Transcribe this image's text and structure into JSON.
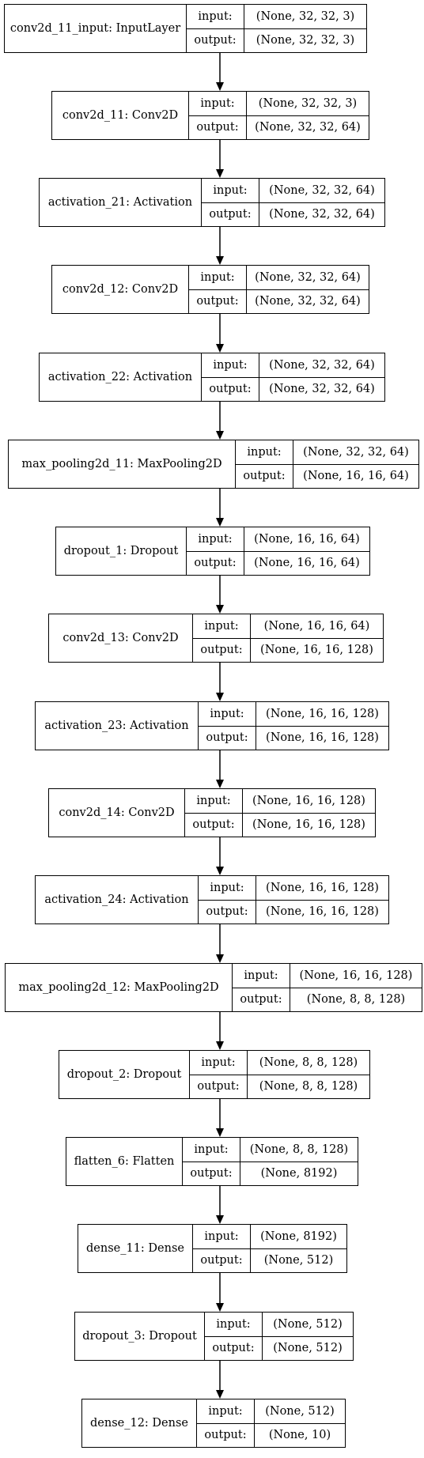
{
  "labels": {
    "input": "input:",
    "output": "output:"
  },
  "layers": [
    {
      "name": "conv2d_11_input: InputLayer",
      "input": "(None, 32, 32, 3)",
      "output": "(None, 32, 32, 3)"
    },
    {
      "name": "conv2d_11: Conv2D",
      "input": "(None, 32, 32, 3)",
      "output": "(None, 32, 32, 64)"
    },
    {
      "name": "activation_21: Activation",
      "input": "(None, 32, 32, 64)",
      "output": "(None, 32, 32, 64)"
    },
    {
      "name": "conv2d_12: Conv2D",
      "input": "(None, 32, 32, 64)",
      "output": "(None, 32, 32, 64)"
    },
    {
      "name": "activation_22: Activation",
      "input": "(None, 32, 32, 64)",
      "output": "(None, 32, 32, 64)"
    },
    {
      "name": "max_pooling2d_11: MaxPooling2D",
      "input": "(None, 32, 32, 64)",
      "output": "(None, 16, 16, 64)"
    },
    {
      "name": "dropout_1: Dropout",
      "input": "(None, 16, 16, 64)",
      "output": "(None, 16, 16, 64)"
    },
    {
      "name": "conv2d_13: Conv2D",
      "input": "(None, 16, 16, 64)",
      "output": "(None, 16, 16, 128)"
    },
    {
      "name": "activation_23: Activation",
      "input": "(None, 16, 16, 128)",
      "output": "(None, 16, 16, 128)"
    },
    {
      "name": "conv2d_14: Conv2D",
      "input": "(None, 16, 16, 128)",
      "output": "(None, 16, 16, 128)"
    },
    {
      "name": "activation_24: Activation",
      "input": "(None, 16, 16, 128)",
      "output": "(None, 16, 16, 128)"
    },
    {
      "name": "max_pooling2d_12: MaxPooling2D",
      "input": "(None, 16, 16, 128)",
      "output": "(None, 8, 8, 128)"
    },
    {
      "name": "dropout_2: Dropout",
      "input": "(None, 8, 8, 128)",
      "output": "(None, 8, 8, 128)"
    },
    {
      "name": "flatten_6: Flatten",
      "input": "(None, 8, 8, 128)",
      "output": "(None, 8192)"
    },
    {
      "name": "dense_11: Dense",
      "input": "(None, 8192)",
      "output": "(None, 512)"
    },
    {
      "name": "dropout_3: Dropout",
      "input": "(None, 512)",
      "output": "(None, 512)"
    },
    {
      "name": "dense_12: Dense",
      "input": "(None, 512)",
      "output": "(None, 10)"
    }
  ]
}
